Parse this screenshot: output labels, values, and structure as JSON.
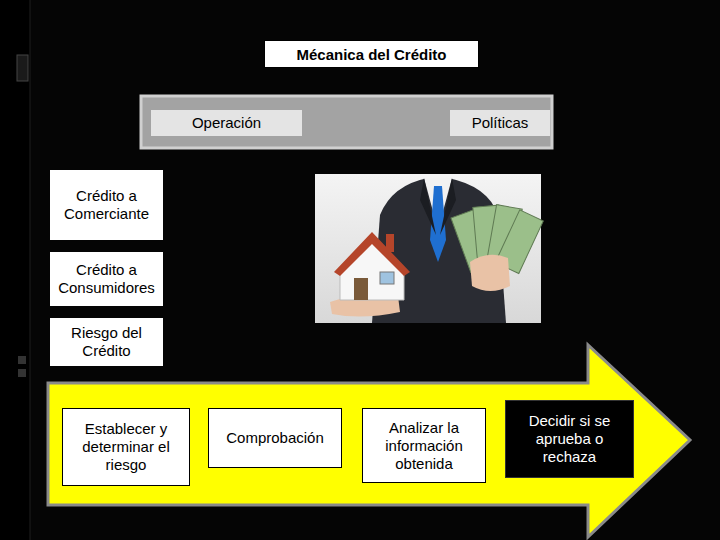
{
  "diagram": {
    "title": "Mécanica del Crédito",
    "nodes": [
      {
        "text": [
          "Operación"
        ]
      },
      {
        "text": [
          "Políticas"
        ]
      },
      {
        "text": [
          "Crédito a Comerciante"
        ]
      },
      {
        "text": [
          "Crédito a Consumidores"
        ]
      },
      {
        "text": [
          "Riesgo del Crédito"
        ]
      },
      {
        "text": [
          "Establecer y determinar el riesgo"
        ]
      },
      {
        "text": [
          "Comprobación"
        ]
      },
      {
        "text": [
          "Analizar la información obtenida"
        ]
      },
      {
        "text": [
          "Decidir si se aprueba o rechaza"
        ]
      }
    ]
  }
}
